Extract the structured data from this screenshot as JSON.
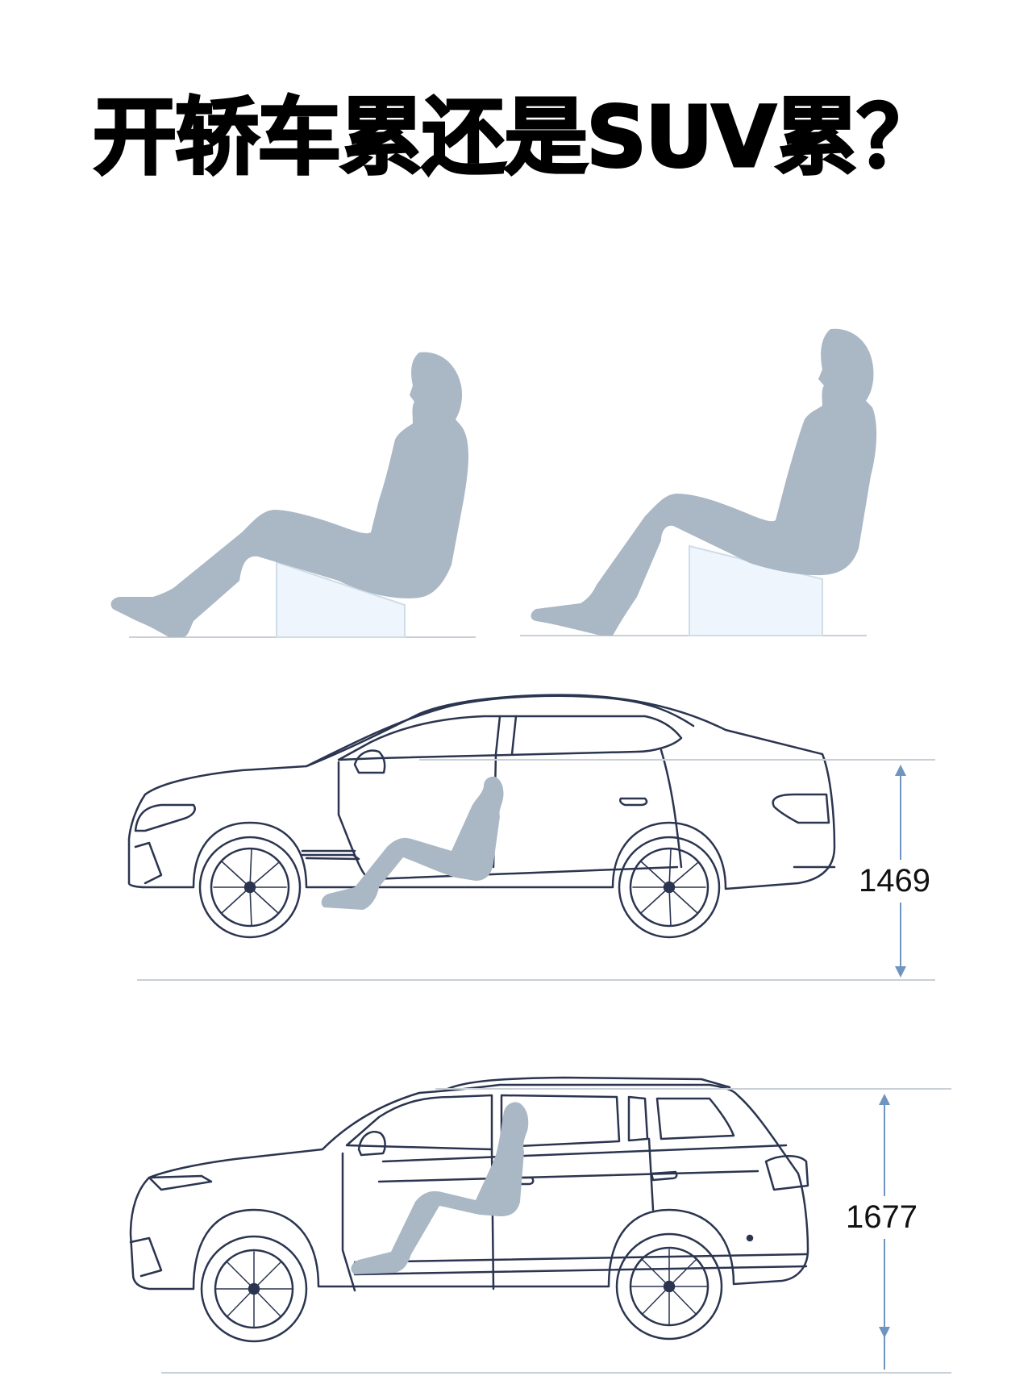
{
  "title": "开轿车累还是SUV累？",
  "colors": {
    "silhouette": "#aab7c4",
    "seat_fill": "#eef5fc",
    "seat_stroke": "#cfdde8",
    "car_line": "#2b3550",
    "dimension_line": "#6f94c0",
    "ground_line": "#c9cfd6"
  },
  "posture_comparison": {
    "left": {
      "label": "sedan-posture",
      "description": "low seat, legs extended"
    },
    "right": {
      "label": "suv-posture",
      "description": "higher seat, knees raised"
    }
  },
  "vehicles": [
    {
      "type": "sedan",
      "height_label": "1469"
    },
    {
      "type": "suv",
      "height_label": "1677"
    }
  ]
}
